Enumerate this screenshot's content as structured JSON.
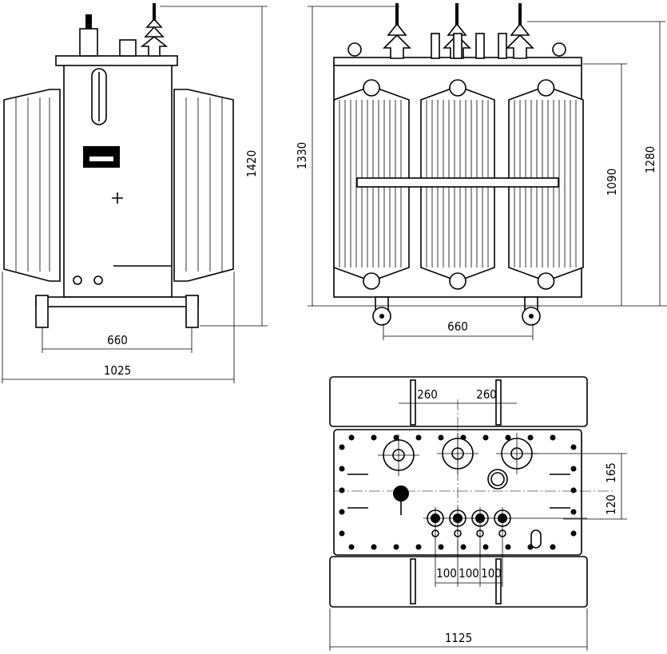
{
  "title": "Transformer general arrangement drawing",
  "front_view": {
    "dims": {
      "height_total": "1420",
      "wheel_track": "660",
      "overall_width": "1025"
    }
  },
  "side_view": {
    "dims": {
      "height_to_bushing": "1330",
      "tank_height": "1090",
      "height_to_cover_top": "1280",
      "wheel_track": "660"
    }
  },
  "top_view": {
    "dims": {
      "hv_spacing_1": "260",
      "hv_spacing_2": "260",
      "hv_offset": "165",
      "lv_offset": "120",
      "lv_spacing_1": "100",
      "lv_spacing_2": "100",
      "lv_spacing_3": "100",
      "overall_length": "1125"
    }
  },
  "colors": {
    "line": "#000000",
    "background": "#ffffff"
  }
}
